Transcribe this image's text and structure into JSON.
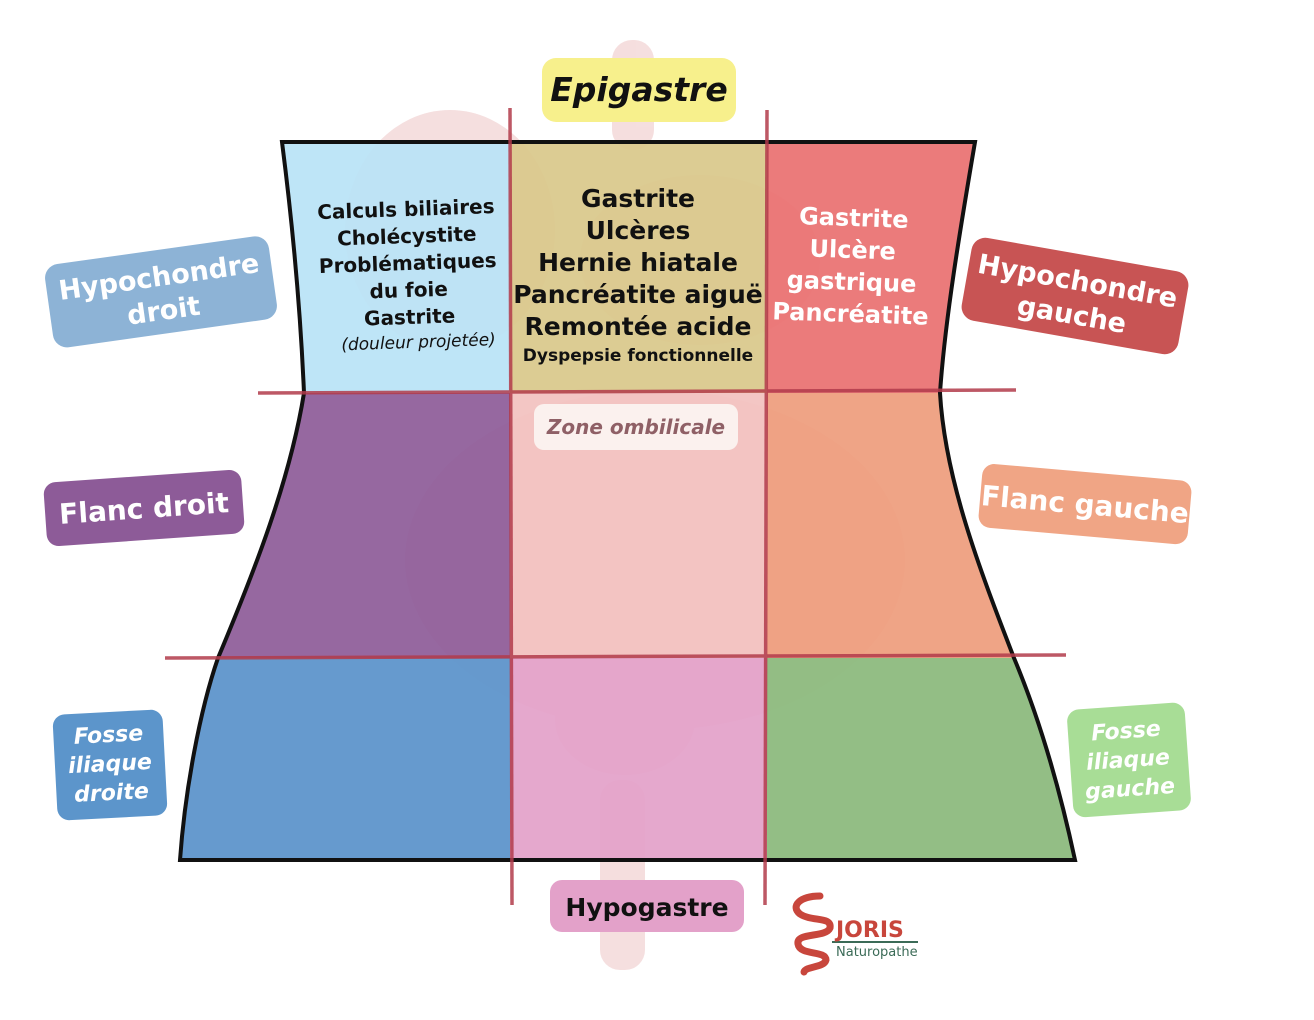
{
  "regions": {
    "epigastre": {
      "label": "Epigastre",
      "items": [
        "Gastrite",
        "Ulcères",
        "Hernie hiatale",
        "Pancréatite aiguë",
        "Remontée acide"
      ],
      "note": "Dyspepsie fonctionnelle",
      "color": "#d9c88a"
    },
    "hypochondre_droit": {
      "label_line1": "Hypochondre",
      "label_line2": "droit",
      "items": [
        "Calculs biliaires",
        "Cholécystite",
        "Problématiques",
        "du foie",
        "Gastrite"
      ],
      "note": "(douleur projetée)",
      "color": "#b9e3f6",
      "tag_color": "#8db3d6"
    },
    "hypochondre_gauche": {
      "label_line1": "Hypochondre",
      "label_line2": "gauche",
      "items": [
        "Gastrite",
        "Ulcère",
        "gastrique",
        "Pancréatite"
      ],
      "color": "#e97070",
      "tag_color": "#c85454"
    },
    "zone_ombilicale": {
      "label": "Zone ombilicale",
      "color": "#f2c1bf"
    },
    "flanc_droit": {
      "label": "Flanc droit",
      "color": "#8d5b98",
      "tag_color": "#8d5b98"
    },
    "flanc_gauche": {
      "label": "Flanc gauche",
      "color": "#ee9c7c",
      "tag_color": "#f0a585"
    },
    "fosse_iliaque_droite": {
      "line1": "Fosse",
      "line2": "iliaque",
      "line3": "droite",
      "color": "#5e95cb",
      "tag_color": "#5c95cb"
    },
    "fosse_iliaque_gauche": {
      "line1": "Fosse",
      "line2": "iliaque",
      "line3": "gauche",
      "color": "#8dbb7e",
      "tag_color": "#a8dd96"
    },
    "hypogastre": {
      "label": "Hypogastre",
      "color": "#e3a1c9"
    }
  },
  "logo": {
    "name": "JORIS",
    "subtitle": "Naturopathe",
    "color": "#c8463c"
  },
  "colors": {
    "grid_line": "#b23b4b",
    "outline": "#111111"
  }
}
